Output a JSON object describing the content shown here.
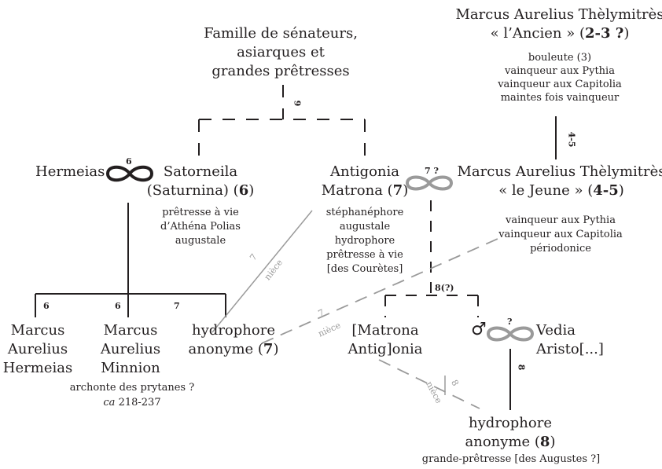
{
  "top_family": {
    "line1": "Famille de sénateurs,",
    "line2": "asiarques et",
    "line3": "grandes prêtresses",
    "gen": "9"
  },
  "elder": {
    "name": "Marcus Aurelius Thèlymitrès",
    "epithet": "« l’Ancien » (",
    "gen": "2-3 ?",
    "close": ")",
    "roles": [
      "bouleute (3)",
      "vainqueur aux Pythia",
      "vainqueur aux Capitolia",
      "maintes fois vainqueur"
    ],
    "link": "4-5"
  },
  "younger": {
    "name": "Marcus Aurelius Thèlymitrès",
    "epithet": "« le Jeune » (",
    "gen": "4-5",
    "close": ")",
    "roles": [
      "vainqueur aux Pythia",
      "vainqueur aux Capitolia",
      "périodonice"
    ]
  },
  "hermeias": {
    "name": "Hermeias",
    "marriage": "6"
  },
  "satorneila": {
    "line1": "Satorneila",
    "line2a": "(Saturnina) (",
    "gen": "6",
    "line2b": ")",
    "roles": [
      "prêtresse à vie",
      "d’Athéna Polias",
      "augustale"
    ]
  },
  "antigonia": {
    "line1": "Antigonia",
    "line2a": "Matrona (",
    "gen": "7",
    "line2b": ")",
    "roles": [
      "stéphanéphore",
      "augustale",
      "hydrophore",
      "prêtresse à vie",
      "[des Courètes]"
    ],
    "marriage": "7 ?"
  },
  "children": {
    "gen_left": "6",
    "gen_mid": "6",
    "gen_right": "7",
    "hermeias_jr": {
      "l1": "Marcus",
      "l2": "Aurelius",
      "l3": "Hermeias"
    },
    "minnion": {
      "l1": "Marcus",
      "l2": "Aurelius",
      "l3": "Minnion",
      "role": "archonte des prytanes ?",
      "date_ca": "ca",
      "date": "218-237"
    },
    "hydrophore7": {
      "l1": "hydrophore",
      "l2a": "anonyme (",
      "gen": "7",
      "l2b": ")"
    }
  },
  "niece_links": {
    "a_gen": "7",
    "a_label": "nièce",
    "b_gen": "7",
    "b_label": "nièce",
    "c_gen": "8",
    "c_label": "nièce"
  },
  "gen8": {
    "label": "8(?)",
    "matrona_l1": "[Matrona",
    "matrona_l2": "Antig]onia",
    "male_symbol": "♂"
  },
  "vedia": {
    "marriage": "?",
    "l1": "Vedia",
    "l2": "Aristo[...]",
    "gen_link": "8"
  },
  "hydrophore8": {
    "l1": "hydrophore",
    "l2a": "anonyme (",
    "gen": "8",
    "l2b": ")",
    "role": "grande-prêtresse [des Augustes ?]"
  },
  "colors": {
    "ink": "#231f20",
    "gray": "#9a9a9a"
  }
}
